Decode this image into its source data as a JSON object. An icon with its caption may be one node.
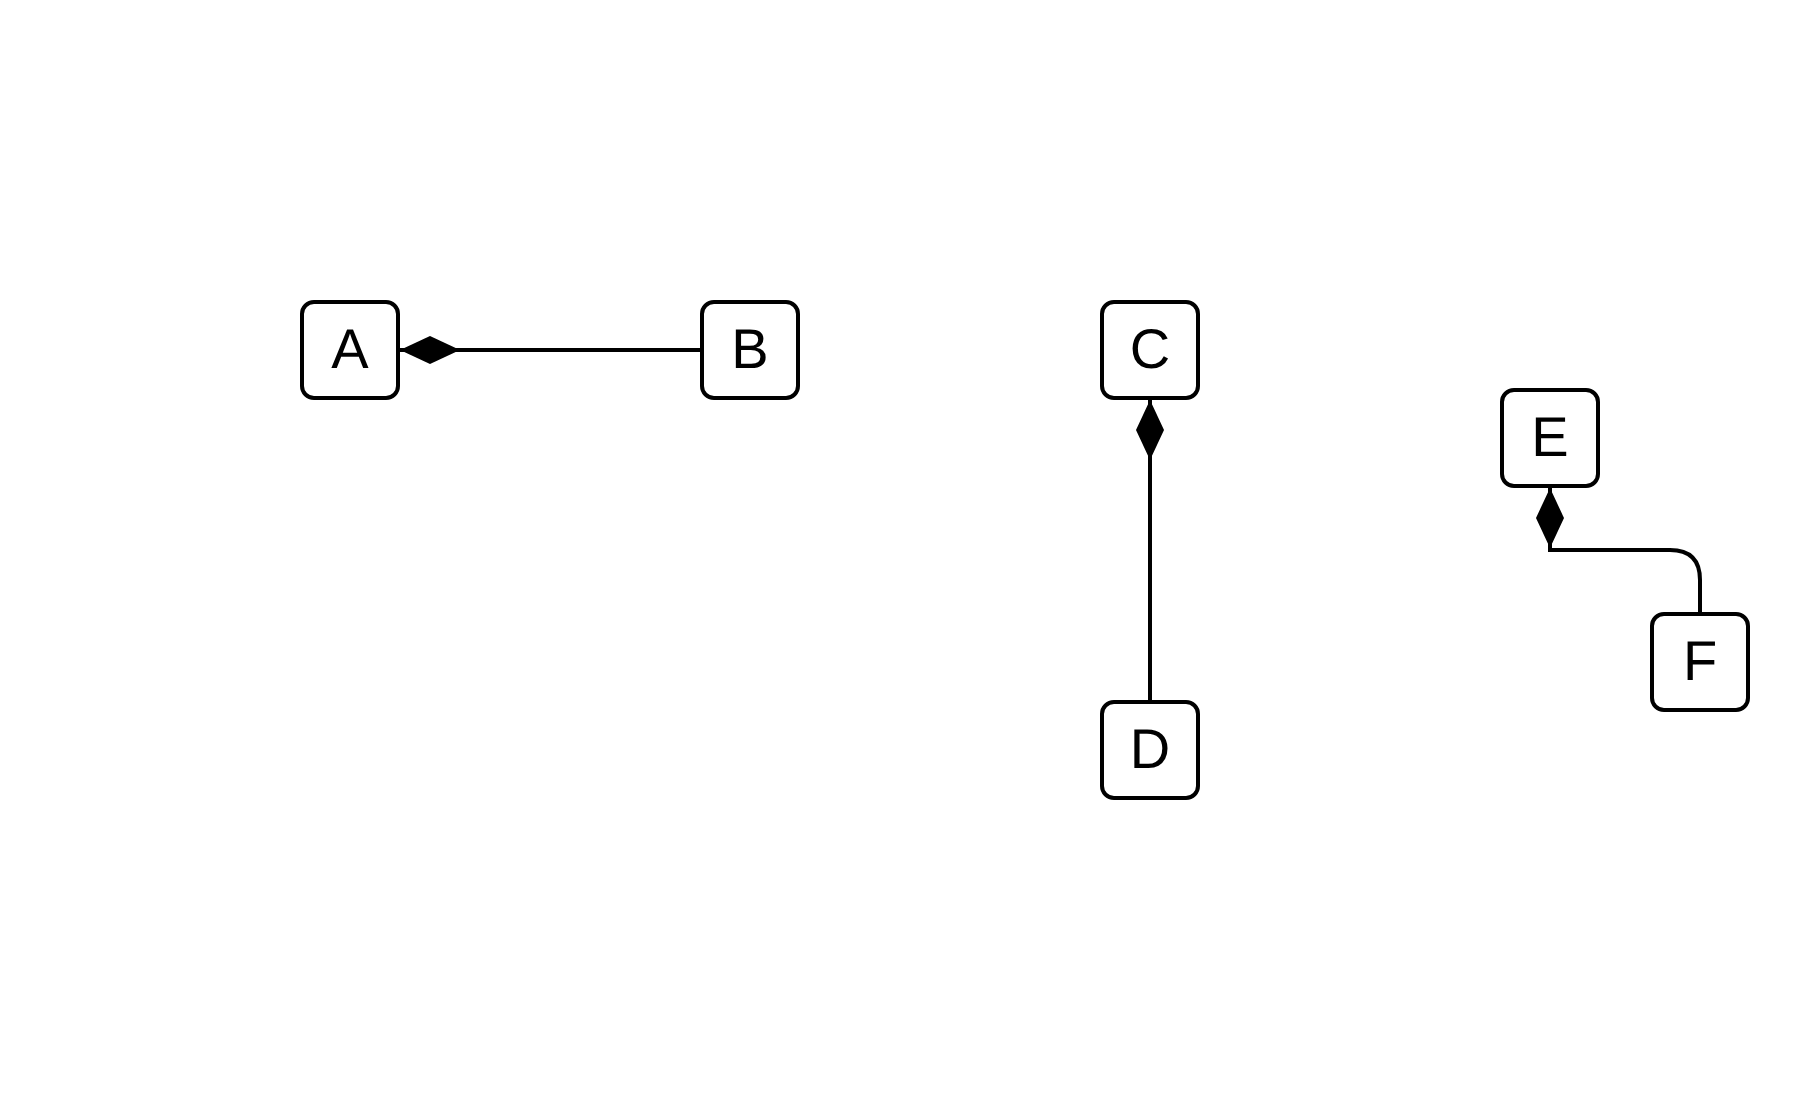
{
  "diagram": {
    "nodes": [
      {
        "text": [
          "A"
        ]
      },
      {
        "text": [
          "B"
        ]
      },
      {
        "text": [
          "C"
        ]
      },
      {
        "text": [
          "D"
        ]
      },
      {
        "text": [
          "E"
        ]
      },
      {
        "text": [
          "F"
        ]
      }
    ],
    "edges": [
      {
        "from": 1,
        "to": 0,
        "arrow": "other"
      },
      {
        "from": 3,
        "to": 2,
        "arrow": "other"
      },
      {
        "from": 5,
        "to": 4,
        "arrow": "other"
      }
    ]
  }
}
